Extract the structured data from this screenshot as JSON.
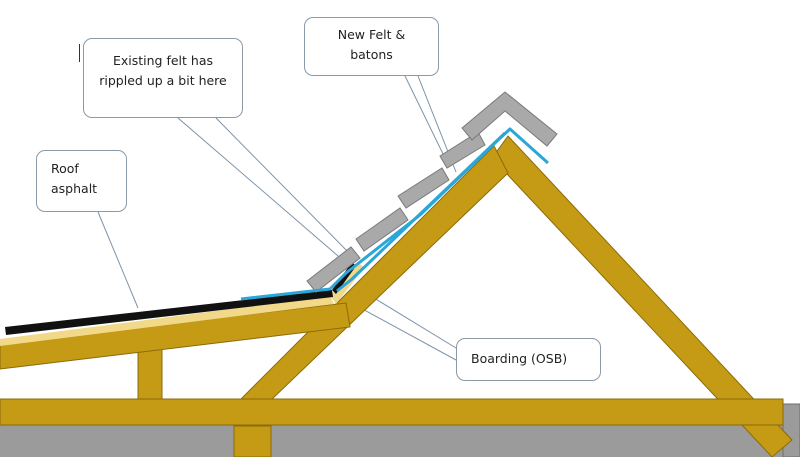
{
  "colors": {
    "timber": "#c59a14",
    "timber_edge": "#8c6b08",
    "felt": "#2aa7d8",
    "tiles": "#a9a9a9",
    "tile_edge": "#7a7a7a",
    "asphalt": "#111111",
    "osb": "#f2d98a",
    "ground": "#9b9b9b",
    "leader": "#7c93aa"
  },
  "callouts": {
    "roof_asphalt": {
      "lines": [
        "Roof",
        "asphalt"
      ]
    },
    "existing_felt": {
      "lines": [
        "Existing felt has",
        "rippled up a bit here"
      ]
    },
    "new_felt": {
      "lines": [
        "New Felt &",
        "batons"
      ]
    },
    "boarding": {
      "lines": [
        "Boarding (OSB)"
      ]
    }
  }
}
